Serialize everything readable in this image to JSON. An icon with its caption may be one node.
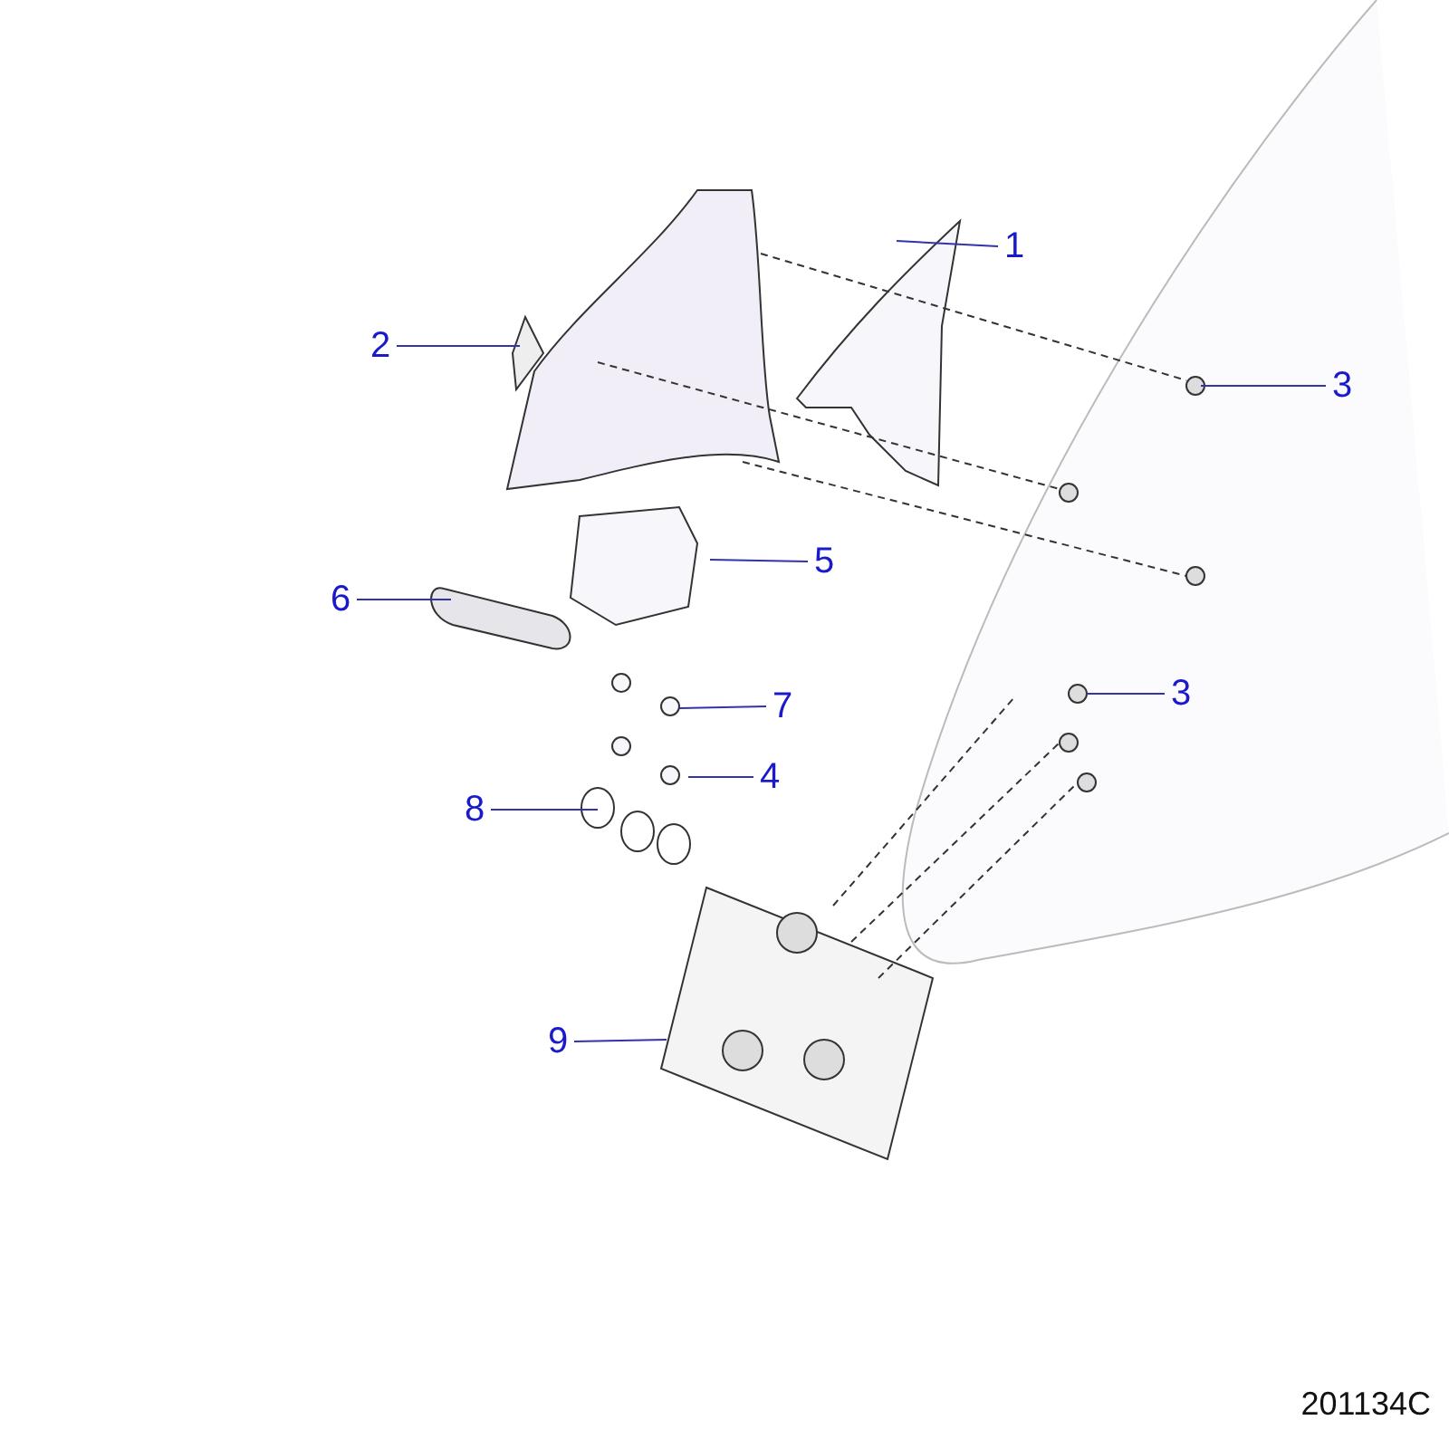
{
  "diagram": {
    "nodes": [
      {
        "text": [
          "1"
        ]
      },
      {
        "text": [
          "2"
        ]
      },
      {
        "text": [
          "3"
        ]
      },
      {
        "text": [
          "5"
        ]
      },
      {
        "text": [
          "6"
        ]
      },
      {
        "text": [
          "3"
        ]
      },
      {
        "text": [
          "7"
        ]
      },
      {
        "text": [
          "4"
        ]
      },
      {
        "text": [
          "8"
        ]
      },
      {
        "text": [
          "9"
        ]
      }
    ],
    "edges": [
      {
        "from": 0,
        "to": null,
        "arrow": "none"
      },
      {
        "from": 1,
        "to": null,
        "arrow": "none"
      },
      {
        "from": 2,
        "to": null,
        "arrow": "none"
      },
      {
        "from": 3,
        "to": null,
        "arrow": "none"
      },
      {
        "from": 4,
        "to": null,
        "arrow": "none"
      },
      {
        "from": 5,
        "to": null,
        "arrow": "none"
      },
      {
        "from": 6,
        "to": null,
        "arrow": "none"
      },
      {
        "from": 7,
        "to": null,
        "arrow": "none"
      },
      {
        "from": 8,
        "to": null,
        "arrow": "none"
      },
      {
        "from": 9,
        "to": null,
        "arrow": "none"
      }
    ],
    "labels": [
      "201134C"
    ]
  }
}
